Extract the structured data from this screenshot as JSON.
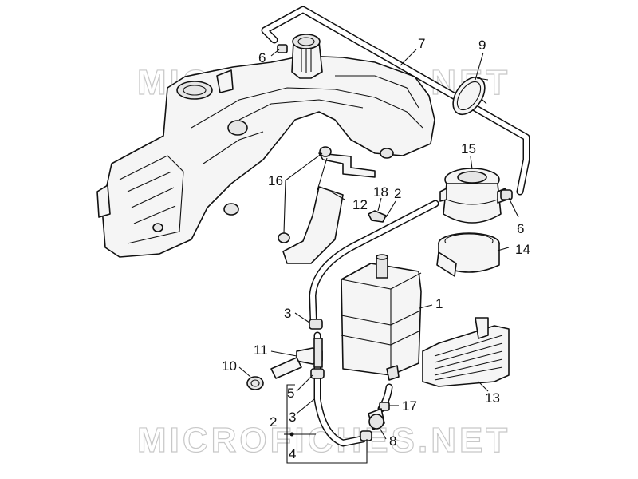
{
  "watermarks": [
    "MICROFICHES.NET",
    "MICROFICHES.NET"
  ],
  "callouts": {
    "c7": "7",
    "c9": "9",
    "c6a": "6",
    "c15": "15",
    "c16": "16",
    "c12": "12",
    "c18": "18",
    "c2a": "2",
    "c6b": "6",
    "c14": "14",
    "c1": "1",
    "c3a": "3",
    "c11": "11",
    "c10": "10",
    "c5": "5",
    "c2b": "2",
    "c3b": "3",
    "c4": "4",
    "c17": "17",
    "c8": "8",
    "c13": "13"
  }
}
